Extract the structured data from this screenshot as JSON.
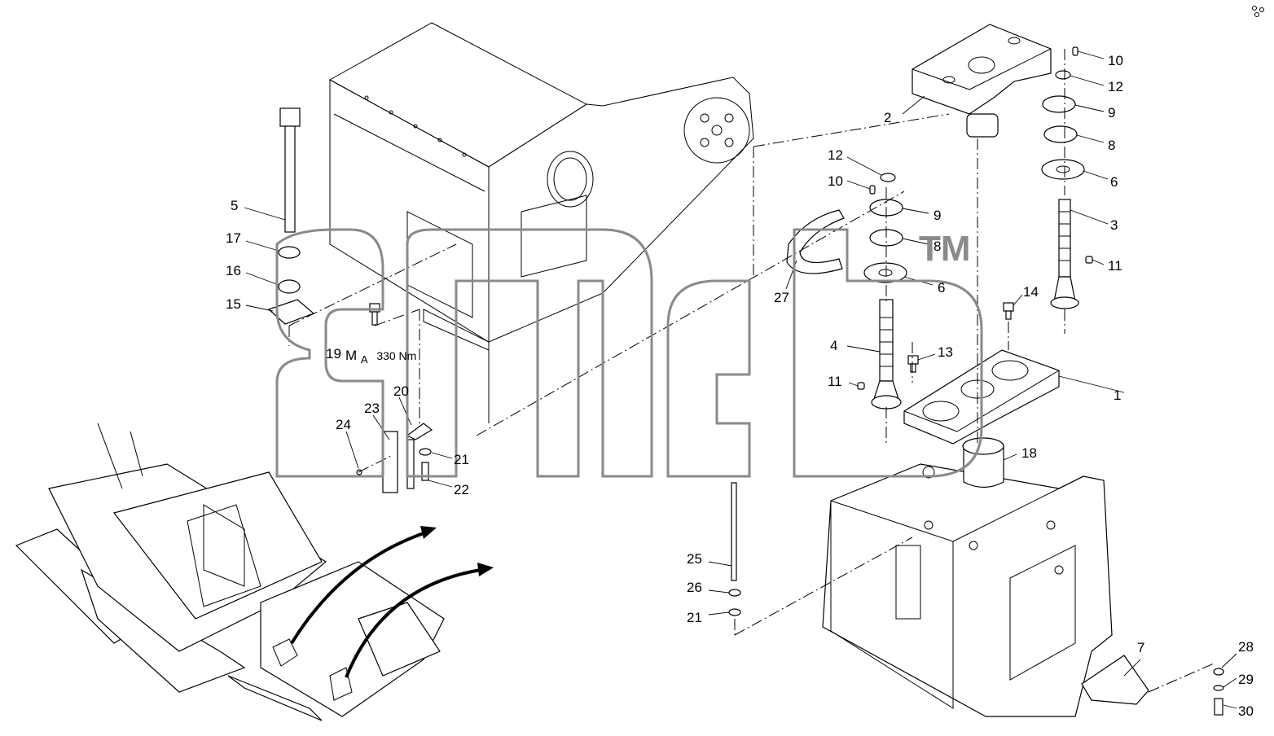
{
  "diagram": {
    "callouts": [
      {
        "id": "c1",
        "text": "1"
      },
      {
        "id": "c2",
        "text": "2"
      },
      {
        "id": "c3",
        "text": "3"
      },
      {
        "id": "c4",
        "text": "4"
      },
      {
        "id": "c5",
        "text": "5"
      },
      {
        "id": "c6a",
        "text": "6"
      },
      {
        "id": "c6b",
        "text": "6"
      },
      {
        "id": "c7",
        "text": "7"
      },
      {
        "id": "c8a",
        "text": "8"
      },
      {
        "id": "c8b",
        "text": "8"
      },
      {
        "id": "c9a",
        "text": "9"
      },
      {
        "id": "c9b",
        "text": "9"
      },
      {
        "id": "c10a",
        "text": "10"
      },
      {
        "id": "c10b",
        "text": "10"
      },
      {
        "id": "c11a",
        "text": "11"
      },
      {
        "id": "c11b",
        "text": "11"
      },
      {
        "id": "c12a",
        "text": "12"
      },
      {
        "id": "c12b",
        "text": "12"
      },
      {
        "id": "c13",
        "text": "13"
      },
      {
        "id": "c14",
        "text": "14"
      },
      {
        "id": "c15",
        "text": "15"
      },
      {
        "id": "c16",
        "text": "16"
      },
      {
        "id": "c17",
        "text": "17"
      },
      {
        "id": "c18",
        "text": "18"
      },
      {
        "id": "c19",
        "text": "19"
      },
      {
        "id": "c20",
        "text": "20"
      },
      {
        "id": "c21a",
        "text": "21"
      },
      {
        "id": "c21b",
        "text": "21"
      },
      {
        "id": "c22",
        "text": "22"
      },
      {
        "id": "c23",
        "text": "23"
      },
      {
        "id": "c24",
        "text": "24"
      },
      {
        "id": "c25",
        "text": "25"
      },
      {
        "id": "c26",
        "text": "26"
      },
      {
        "id": "c27",
        "text": "27"
      },
      {
        "id": "c28",
        "text": "28"
      },
      {
        "id": "c29",
        "text": "29"
      },
      {
        "id": "c30",
        "text": "30"
      }
    ],
    "torque": {
      "symbol": "M",
      "subscript": "A",
      "value": "330 Nm"
    },
    "watermark": {
      "tm": "TM",
      "color": "#8a8a8a"
    }
  }
}
